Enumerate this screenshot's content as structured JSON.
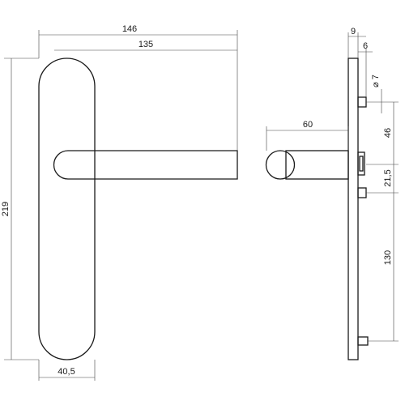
{
  "dimensions": {
    "plate_overall_width": "146",
    "lever_length": "135",
    "plate_height": "219",
    "plate_width": "40,5",
    "projection": "60",
    "plate_thickness": "9",
    "rose_thickness": "6",
    "screw_diameter": "⌀ 7",
    "screw_to_spindle": "46",
    "spindle_to_cylinder": "21,5",
    "cylinder_to_bottom_screw": "130"
  },
  "colors": {
    "line": "#1a1a1a",
    "background": "#ffffff"
  }
}
